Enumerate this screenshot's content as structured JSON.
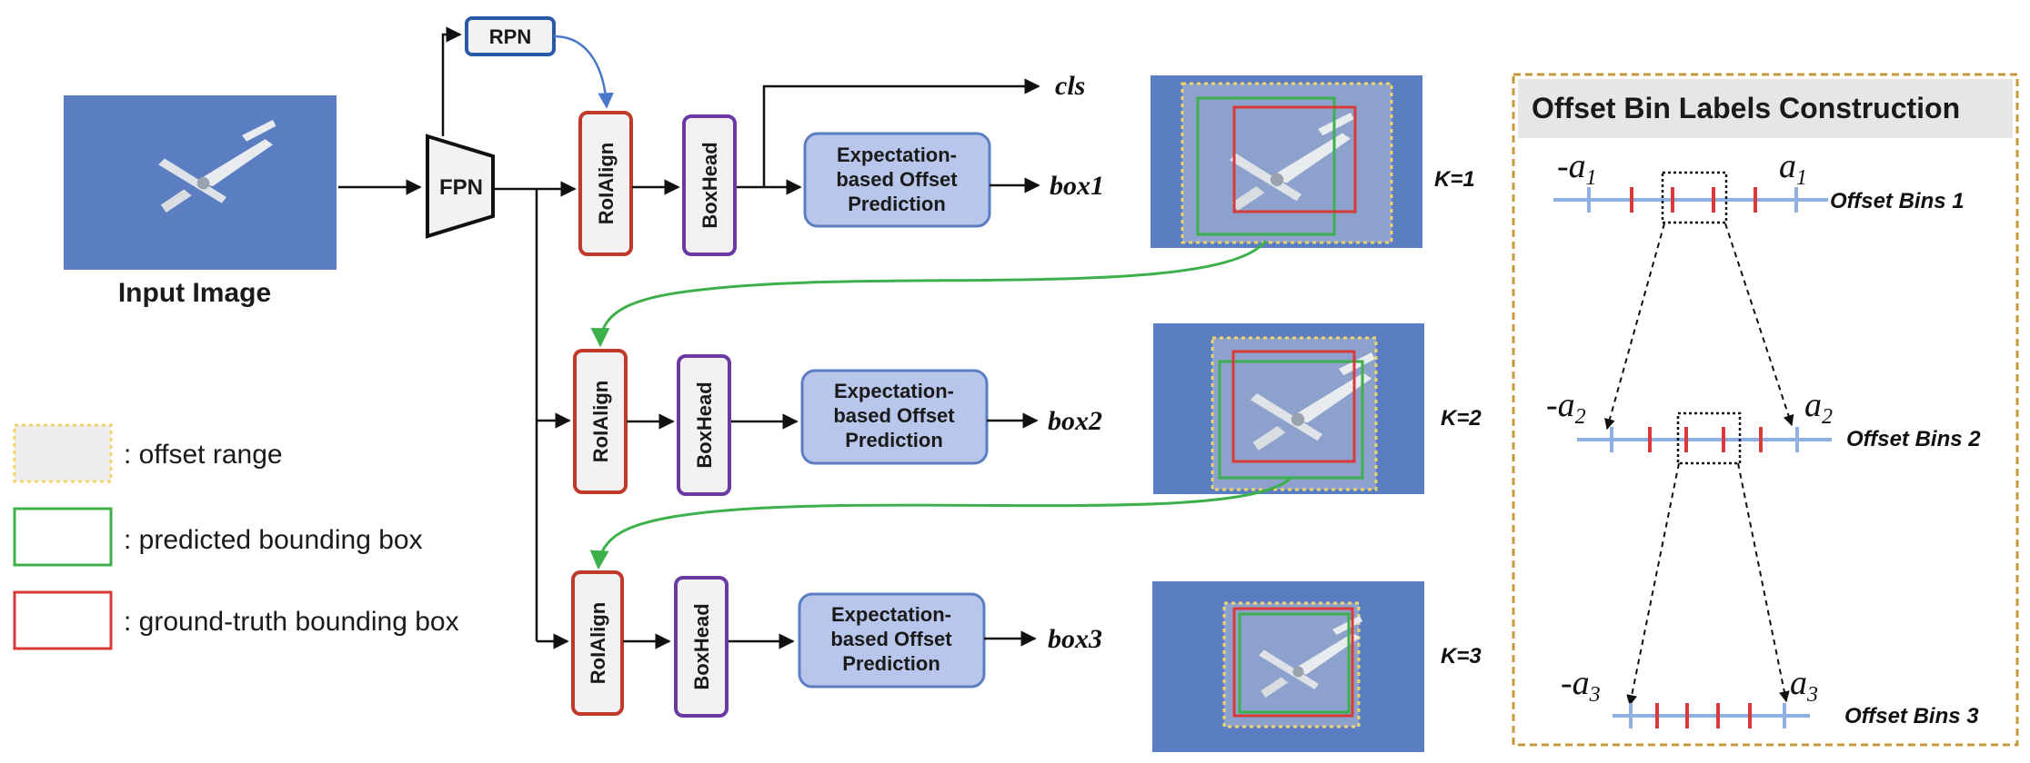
{
  "input": {
    "caption": "Input Image"
  },
  "blocks": {
    "rpn": "RPN",
    "fpn": "FPN",
    "roialign": "RoIAlign",
    "boxhead": "BoxHead",
    "expectation": [
      "Expectation-",
      "based Offset",
      "Prediction"
    ]
  },
  "outputs": {
    "cls": "cls",
    "box1": "box1",
    "box2": "box2",
    "box3": "box3"
  },
  "stages": [
    {
      "k_label": "K=1"
    },
    {
      "k_label": "K=2"
    },
    {
      "k_label": "K=3"
    }
  ],
  "legend": {
    "offset_range": ": offset range",
    "predicted": ": predicted bounding box",
    "ground_truth": ": ground-truth bounding box"
  },
  "panel": {
    "title": "Offset Bin Labels Construction",
    "bins": [
      {
        "label": "Offset Bins 1",
        "neg": "-a",
        "pos": "a",
        "sub": "1"
      },
      {
        "label": "Offset Bins 2",
        "neg": "-a",
        "pos": "a",
        "sub": "2"
      },
      {
        "label": "Offset Bins 3",
        "neg": "-a",
        "pos": "a",
        "sub": "3"
      }
    ]
  },
  "colors": {
    "image_blue": "#5b7ec2",
    "block_fill": "#f2f2f2",
    "roialign_border": "#c0392b",
    "boxhead_border": "#6a3aa2",
    "rpn_border": "#2a5aa8",
    "expectation_fill": "#b7c6ea",
    "expectation_border": "#5b7ec2",
    "green": "#3cb04a",
    "red": "#d83a3a",
    "offset_yellow": "#f0d36a",
    "panel_border": "#c59a3a",
    "bin_line": "#8fb0e0"
  }
}
